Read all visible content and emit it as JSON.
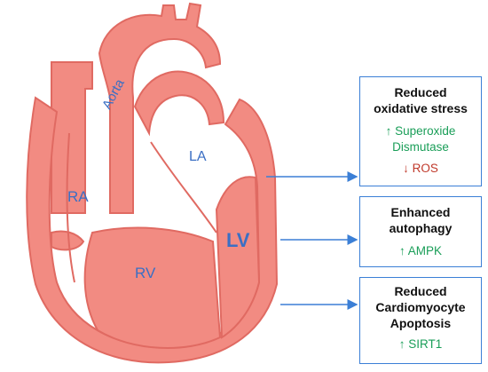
{
  "colors": {
    "heart_fill": "#f28b82",
    "heart_stroke": "#e06a62",
    "label_blue": "#3b6fc4",
    "box_border": "#3b7fd6",
    "increase": "#1a9e58",
    "decrease": "#c0392b"
  },
  "heart": {
    "labels": {
      "aorta": "Aorta",
      "ra": "RA",
      "la": "LA",
      "rv": "RV",
      "lv": "LV"
    }
  },
  "boxes": [
    {
      "title": "Reduced oxidative stress",
      "lines": [
        {
          "text": "↑ Superoxide Dismutase",
          "direction": "increase"
        },
        {
          "text": "↓ ROS",
          "direction": "decrease"
        }
      ]
    },
    {
      "title": "Enhanced autophagy",
      "lines": [
        {
          "text": "↑ AMPK",
          "direction": "increase"
        }
      ]
    },
    {
      "title": "Reduced Cardiomyocyte Apoptosis",
      "lines": [
        {
          "text": "↑ SIRT1",
          "direction": "increase"
        }
      ]
    }
  ]
}
